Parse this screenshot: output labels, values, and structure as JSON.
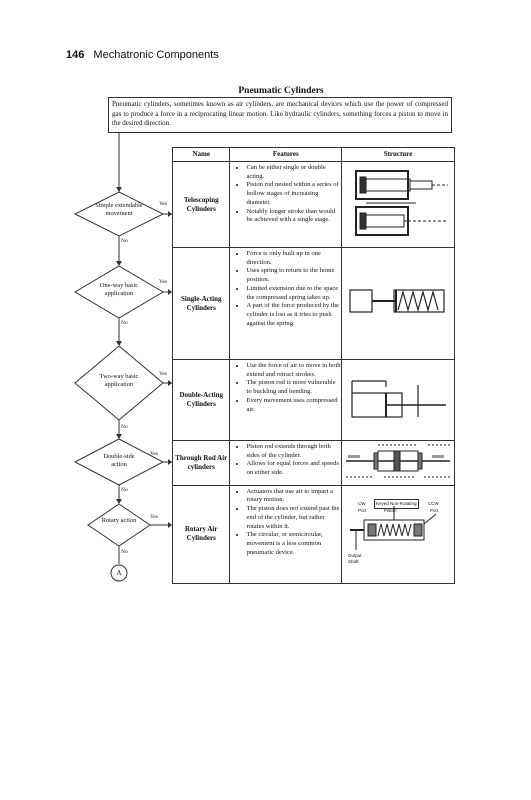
{
  "header": {
    "page_number": "146",
    "running_title": "Mechatronic Components"
  },
  "figure": {
    "title": "Pneumatic Cylinders",
    "intro": "Pneumatic cylinders, sometimes known as air cylinders, are mechanical devices which use the power of compressed gas to produce a force in a reciprocating linear motion. Like hydraulic cylinders, something forces a piston to move in the desired direction."
  },
  "table": {
    "headers": [
      "Name",
      "Features",
      "Structure"
    ],
    "rows": [
      {
        "name": "Telescoping Cylinders",
        "features": [
          "Can be either single or double acting.",
          "Piston rod nested within a series of hollow stages of increasing diameter.",
          "Notably longer stroke than would be achieved with a single stage."
        ]
      },
      {
        "name": "Single-Acting Cylinders",
        "features": [
          "Force is only built up in one direction.",
          "Uses spring to return to the home position.",
          "Limited extension due to the space the compressed spring takes up.",
          "A part of the force produced by the cylinder is lost as it tries to push against the spring."
        ]
      },
      {
        "name": "Double-Acting Cylinders",
        "features": [
          "Use the force of air to move in both extend and retract strokes.",
          "The piston rod is more vulnerable to buckling and bending.",
          "Every movement uses compressed air."
        ]
      },
      {
        "name": "Through Rod Air cylinders",
        "features": [
          "Piston rod extends through both sides of the cylinder.",
          "Allows for equal forces and speeds on either side."
        ]
      },
      {
        "name": "Rotary Air Cylinders",
        "features": [
          "Actuators that use air to impart a rotary motion.",
          "The piston does not extend past the end of the cylinder, but rather rotates within it.",
          "The circular, or semicircular, movement is a less common pneumatic device."
        ]
      }
    ]
  },
  "flow": {
    "decisions": [
      "Simple extendable movement",
      "One-way basic application",
      "Two-way basic application",
      "Double-side action",
      "Rotary action"
    ],
    "yes": "Yes",
    "no": "No",
    "terminal": "A"
  },
  "rotary_labels": {
    "cw": "CW",
    "keyed": "Keyed Non-Rotating",
    "piston": "Piston",
    "ccw": "CCW",
    "port": "Port",
    "output": "Output",
    "shaft": "Shaft"
  }
}
